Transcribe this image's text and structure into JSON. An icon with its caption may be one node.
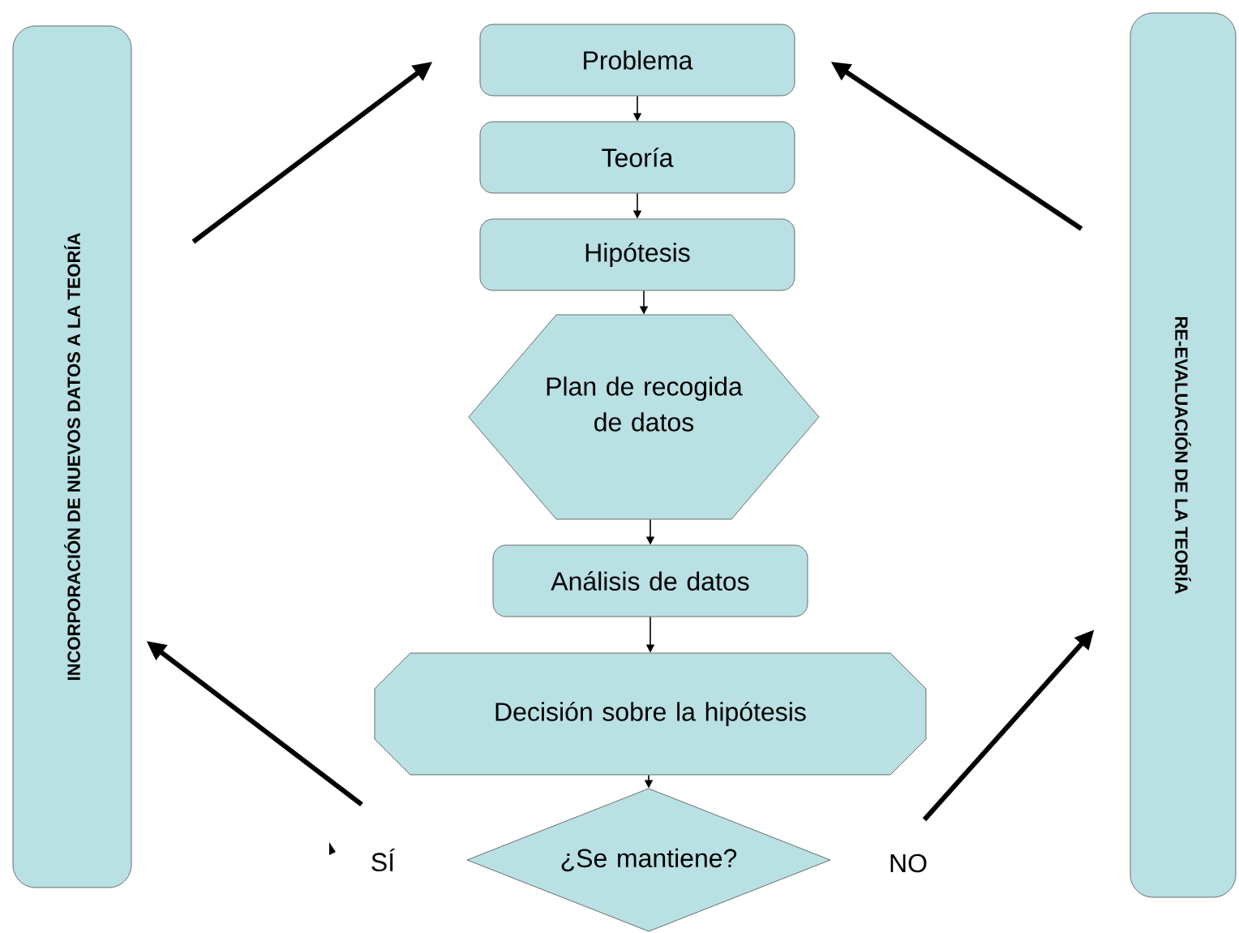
{
  "diagram": {
    "nodes": [
      {
        "text": [
          "INCORPORACIÓN DE NUEVOS DATOS A LA TEORÍA"
        ]
      },
      {
        "text": [
          "Problema"
        ]
      },
      {
        "text": [
          "Teoría"
        ]
      },
      {
        "text": [
          "Hipótesis"
        ]
      },
      {
        "text": [
          "Plan de recogida de datos"
        ]
      },
      {
        "text": [
          "Análisis de datos"
        ]
      },
      {
        "text": [
          "Decisión sobre la hipótesis"
        ]
      },
      {
        "text": [
          "¿Se mantiene?"
        ]
      },
      {
        "text": [
          "RE-EVALUACIÓN DE LA TEORÍA"
        ]
      },
      {
        "text": [
          "SÍ"
        ]
      },
      {
        "text": [
          "NO"
        ]
      }
    ],
    "edges": [
      {
        "from": 1,
        "to": 2,
        "arrow": "to"
      },
      {
        "from": 2,
        "to": 3,
        "arrow": "to"
      },
      {
        "from": 3,
        "to": 4,
        "arrow": "to"
      },
      {
        "from": 4,
        "to": 5,
        "arrow": "to"
      },
      {
        "from": 5,
        "to": 6,
        "arrow": "to"
      },
      {
        "from": 6,
        "to": 7,
        "arrow": "to"
      },
      {
        "from": 9,
        "to": 0,
        "arrow": "to",
        "style": "thick"
      },
      {
        "from": 0,
        "to": 1,
        "arrow": "to",
        "style": "thick"
      },
      {
        "from": 10,
        "to": 8,
        "arrow": "to",
        "style": "thick"
      },
      {
        "from": 8,
        "to": 1,
        "arrow": "to",
        "style": "thick"
      }
    ]
  }
}
